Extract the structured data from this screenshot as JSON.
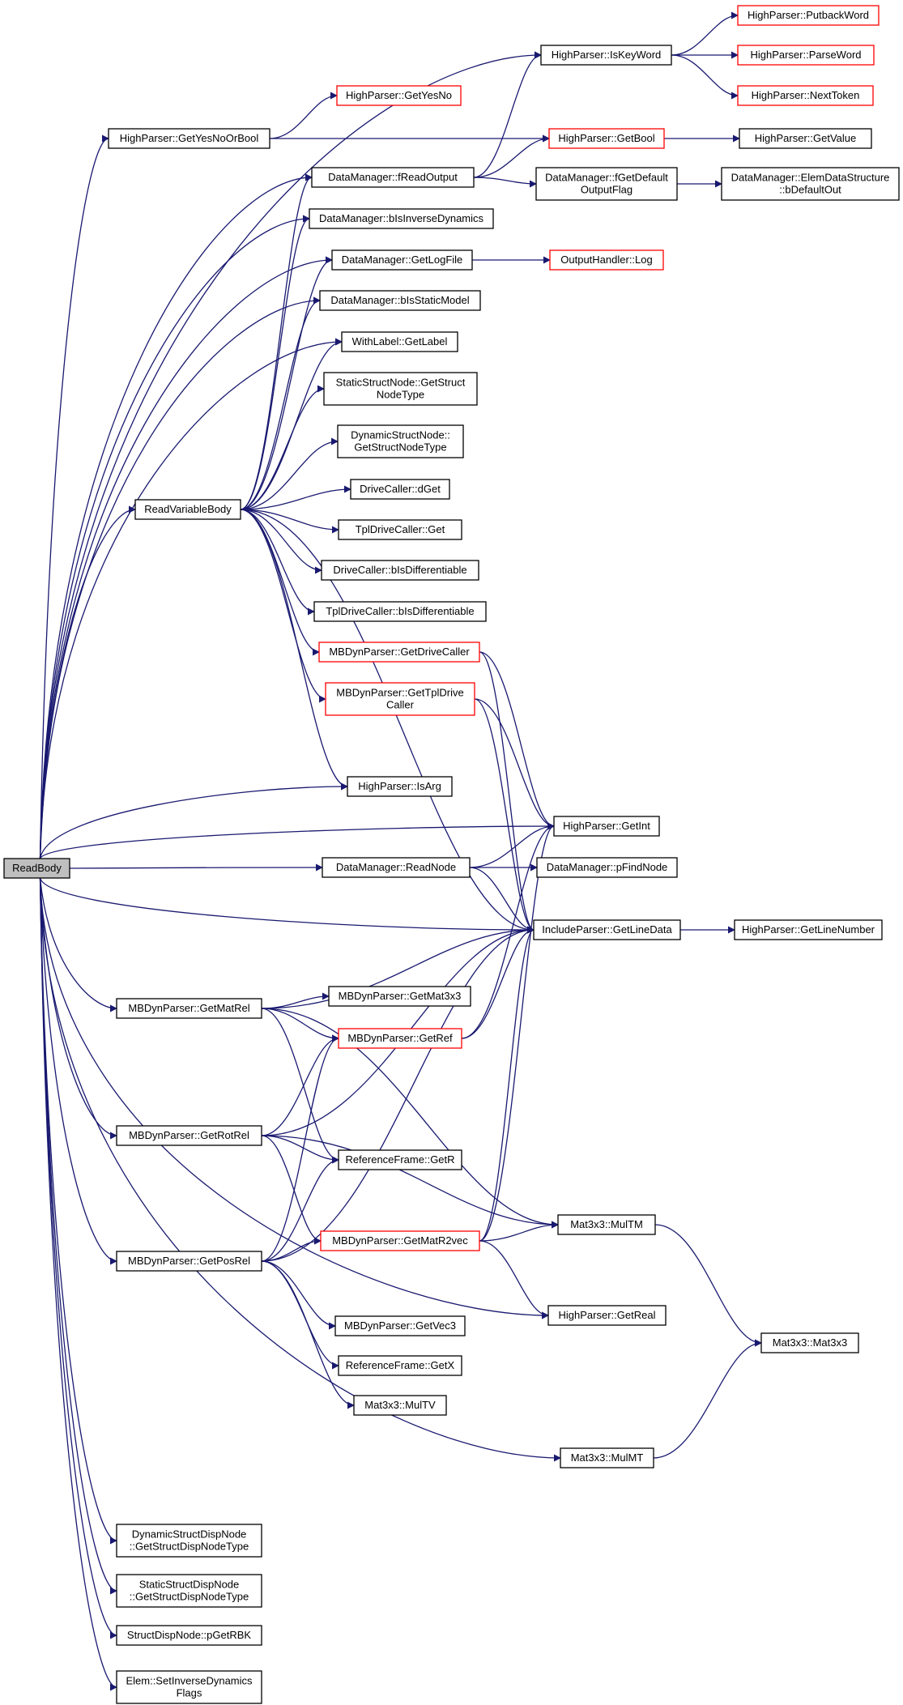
{
  "diagram": {
    "colors": {
      "edge": "#191970",
      "node_border": "#000000",
      "node_border_incomplete": "#ff0000",
      "node_fill": "#ffffff",
      "root_fill": "#bfbfbf",
      "text": "#000000"
    },
    "nodes": [
      {
        "id": "ReadBody",
        "lines": [
          "ReadBody"
        ],
        "root": true
      },
      {
        "id": "GetYesNoOrBool",
        "lines": [
          "HighParser::GetYesNoOrBool"
        ]
      },
      {
        "id": "GetYesNo",
        "lines": [
          "HighParser::GetYesNo"
        ],
        "incomplete": true
      },
      {
        "id": "GetBool",
        "lines": [
          "HighParser::GetBool"
        ],
        "incomplete": true
      },
      {
        "id": "GetValue",
        "lines": [
          "HighParser::GetValue"
        ]
      },
      {
        "id": "IsKeyWord",
        "lines": [
          "HighParser::IsKeyWord"
        ]
      },
      {
        "id": "PutbackWord",
        "lines": [
          "HighParser::PutbackWord"
        ],
        "incomplete": true
      },
      {
        "id": "ParseWord",
        "lines": [
          "HighParser::ParseWord"
        ],
        "incomplete": true
      },
      {
        "id": "NextToken",
        "lines": [
          "HighParser::NextToken"
        ],
        "incomplete": true
      },
      {
        "id": "fReadOutput",
        "lines": [
          "DataManager::fReadOutput"
        ]
      },
      {
        "id": "fGetDefaultOutputFlag",
        "lines": [
          "DataManager::fGetDefault",
          "OutputFlag"
        ]
      },
      {
        "id": "bDefaultOut",
        "lines": [
          "DataManager::ElemDataStructure",
          "::bDefaultOut"
        ]
      },
      {
        "id": "bIsInverseDynamics",
        "lines": [
          "DataManager::bIsInverseDynamics"
        ]
      },
      {
        "id": "GetLogFile",
        "lines": [
          "DataManager::GetLogFile"
        ]
      },
      {
        "id": "Log",
        "lines": [
          "OutputHandler::Log"
        ],
        "incomplete": true
      },
      {
        "id": "bIsStaticModel",
        "lines": [
          "DataManager::bIsStaticModel"
        ]
      },
      {
        "id": "GetLabel",
        "lines": [
          "WithLabel::GetLabel"
        ]
      },
      {
        "id": "StaticGetStructNodeType",
        "lines": [
          "StaticStructNode::GetStruct",
          "NodeType"
        ]
      },
      {
        "id": "DynamicGetStructNodeType",
        "lines": [
          "DynamicStructNode::",
          "GetStructNodeType"
        ]
      },
      {
        "id": "ReadVariableBody",
        "lines": [
          "ReadVariableBody"
        ]
      },
      {
        "id": "dGet",
        "lines": [
          "DriveCaller::dGet"
        ]
      },
      {
        "id": "TplGet",
        "lines": [
          "TplDriveCaller::Get"
        ]
      },
      {
        "id": "bIsDifferentiable",
        "lines": [
          "DriveCaller::bIsDifferentiable"
        ]
      },
      {
        "id": "TplbIsDifferentiable",
        "lines": [
          "TplDriveCaller::bIsDifferentiable"
        ]
      },
      {
        "id": "GetDriveCaller",
        "lines": [
          "MBDynParser::GetDriveCaller"
        ],
        "incomplete": true
      },
      {
        "id": "GetTplDriveCaller",
        "lines": [
          "MBDynParser::GetTplDrive",
          "Caller"
        ],
        "incomplete": true
      },
      {
        "id": "IsArg",
        "lines": [
          "HighParser::IsArg"
        ]
      },
      {
        "id": "GetInt",
        "lines": [
          "HighParser::GetInt"
        ]
      },
      {
        "id": "ReadNode",
        "lines": [
          "DataManager::ReadNode"
        ]
      },
      {
        "id": "pFindNode",
        "lines": [
          "DataManager::pFindNode"
        ]
      },
      {
        "id": "GetLineData",
        "lines": [
          "IncludeParser::GetLineData"
        ]
      },
      {
        "id": "GetLineNumber",
        "lines": [
          "HighParser::GetLineNumber"
        ]
      },
      {
        "id": "GetMatRel",
        "lines": [
          "MBDynParser::GetMatRel"
        ]
      },
      {
        "id": "GetMat3x3",
        "lines": [
          "MBDynParser::GetMat3x3"
        ]
      },
      {
        "id": "GetRef",
        "lines": [
          "MBDynParser::GetRef"
        ],
        "incomplete": true
      },
      {
        "id": "GetRotRel",
        "lines": [
          "MBDynParser::GetRotRel"
        ]
      },
      {
        "id": "GetR",
        "lines": [
          "ReferenceFrame::GetR"
        ]
      },
      {
        "id": "GetMatR2vec",
        "lines": [
          "MBDynParser::GetMatR2vec"
        ],
        "incomplete": true
      },
      {
        "id": "MulTM",
        "lines": [
          "Mat3x3::MulTM"
        ]
      },
      {
        "id": "GetPosRel",
        "lines": [
          "MBDynParser::GetPosRel"
        ]
      },
      {
        "id": "GetReal",
        "lines": [
          "HighParser::GetReal"
        ]
      },
      {
        "id": "Mat3x3",
        "lines": [
          "Mat3x3::Mat3x3"
        ]
      },
      {
        "id": "GetVec3",
        "lines": [
          "MBDynParser::GetVec3"
        ]
      },
      {
        "id": "GetX",
        "lines": [
          "ReferenceFrame::GetX"
        ]
      },
      {
        "id": "MulTV",
        "lines": [
          "Mat3x3::MulTV"
        ]
      },
      {
        "id": "MulMT",
        "lines": [
          "Mat3x3::MulMT"
        ]
      },
      {
        "id": "DynGetStructDispNodeType",
        "lines": [
          "DynamicStructDispNode",
          "::GetStructDispNodeType"
        ]
      },
      {
        "id": "StatGetStructDispNodeType",
        "lines": [
          "StaticStructDispNode",
          "::GetStructDispNodeType"
        ]
      },
      {
        "id": "pGetRBK",
        "lines": [
          "StructDispNode::pGetRBK"
        ]
      },
      {
        "id": "SetInverseDynamicsFlags",
        "lines": [
          "Elem::SetInverseDynamics",
          "Flags"
        ]
      }
    ],
    "edges": [
      [
        "ReadBody",
        "IsKeyWord"
      ],
      [
        "ReadBody",
        "GetYesNoOrBool"
      ],
      [
        "ReadBody",
        "fReadOutput"
      ],
      [
        "ReadBody",
        "bIsInverseDynamics"
      ],
      [
        "ReadBody",
        "GetLogFile"
      ],
      [
        "ReadBody",
        "bIsStaticModel"
      ],
      [
        "ReadBody",
        "GetLabel"
      ],
      [
        "ReadBody",
        "ReadVariableBody"
      ],
      [
        "ReadBody",
        "IsArg"
      ],
      [
        "ReadBody",
        "GetInt"
      ],
      [
        "ReadBody",
        "ReadNode"
      ],
      [
        "ReadBody",
        "GetLineData"
      ],
      [
        "ReadBody",
        "GetMatRel"
      ],
      [
        "ReadBody",
        "GetRotRel"
      ],
      [
        "ReadBody",
        "GetPosRel"
      ],
      [
        "ReadBody",
        "GetReal"
      ],
      [
        "ReadBody",
        "MulMT"
      ],
      [
        "ReadBody",
        "DynGetStructDispNodeType"
      ],
      [
        "ReadBody",
        "StatGetStructDispNodeType"
      ],
      [
        "ReadBody",
        "pGetRBK"
      ],
      [
        "ReadBody",
        "SetInverseDynamicsFlags"
      ],
      [
        "GetYesNoOrBool",
        "GetYesNo"
      ],
      [
        "GetYesNoOrBool",
        "GetBool"
      ],
      [
        "IsKeyWord",
        "PutbackWord"
      ],
      [
        "IsKeyWord",
        "ParseWord"
      ],
      [
        "IsKeyWord",
        "NextToken"
      ],
      [
        "GetBool",
        "GetValue"
      ],
      [
        "fReadOutput",
        "IsKeyWord"
      ],
      [
        "fReadOutput",
        "GetBool"
      ],
      [
        "fReadOutput",
        "fGetDefaultOutputFlag"
      ],
      [
        "fGetDefaultOutputFlag",
        "bDefaultOut"
      ],
      [
        "GetLogFile",
        "Log"
      ],
      [
        "ReadVariableBody",
        "fReadOutput"
      ],
      [
        "ReadVariableBody",
        "bIsInverseDynamics"
      ],
      [
        "ReadVariableBody",
        "GetLogFile"
      ],
      [
        "ReadVariableBody",
        "bIsStaticModel"
      ],
      [
        "ReadVariableBody",
        "GetLabel"
      ],
      [
        "ReadVariableBody",
        "StaticGetStructNodeType"
      ],
      [
        "ReadVariableBody",
        "DynamicGetStructNodeType"
      ],
      [
        "ReadVariableBody",
        "dGet"
      ],
      [
        "ReadVariableBody",
        "TplGet"
      ],
      [
        "ReadVariableBody",
        "bIsDifferentiable"
      ],
      [
        "ReadVariableBody",
        "TplbIsDifferentiable"
      ],
      [
        "ReadVariableBody",
        "GetDriveCaller"
      ],
      [
        "ReadVariableBody",
        "GetTplDriveCaller"
      ],
      [
        "ReadVariableBody",
        "IsArg"
      ],
      [
        "ReadVariableBody",
        "GetLineData"
      ],
      [
        "GetDriveCaller",
        "GetInt"
      ],
      [
        "GetDriveCaller",
        "GetLineData"
      ],
      [
        "GetTplDriveCaller",
        "GetInt"
      ],
      [
        "GetTplDriveCaller",
        "GetLineData"
      ],
      [
        "ReadNode",
        "GetInt"
      ],
      [
        "ReadNode",
        "pFindNode"
      ],
      [
        "ReadNode",
        "GetLineData"
      ],
      [
        "GetLineData",
        "GetLineNumber"
      ],
      [
        "GetMatRel",
        "GetLineData"
      ],
      [
        "GetMatRel",
        "GetMat3x3"
      ],
      [
        "GetMatRel",
        "GetRef"
      ],
      [
        "GetMatRel",
        "GetR"
      ],
      [
        "GetMatRel",
        "MulTM"
      ],
      [
        "GetRef",
        "GetInt"
      ],
      [
        "GetRef",
        "GetLineData"
      ],
      [
        "GetRotRel",
        "GetRef"
      ],
      [
        "GetRotRel",
        "GetLineData"
      ],
      [
        "GetRotRel",
        "GetR"
      ],
      [
        "GetRotRel",
        "GetMatR2vec"
      ],
      [
        "GetRotRel",
        "MulTM"
      ],
      [
        "GetMatR2vec",
        "GetInt"
      ],
      [
        "GetMatR2vec",
        "GetLineData"
      ],
      [
        "GetMatR2vec",
        "MulTM"
      ],
      [
        "GetMatR2vec",
        "GetReal"
      ],
      [
        "GetPosRel",
        "GetRef"
      ],
      [
        "GetPosRel",
        "GetR"
      ],
      [
        "GetPosRel",
        "GetMatR2vec"
      ],
      [
        "GetPosRel",
        "GetLineData"
      ],
      [
        "GetPosRel",
        "GetVec3"
      ],
      [
        "GetPosRel",
        "GetX"
      ],
      [
        "GetPosRel",
        "MulTV"
      ],
      [
        "MulTM",
        "Mat3x3"
      ],
      [
        "MulMT",
        "Mat3x3"
      ]
    ]
  }
}
